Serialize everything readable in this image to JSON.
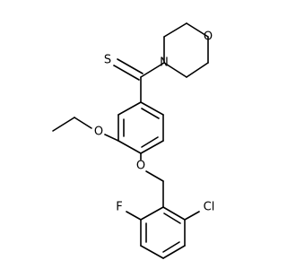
{
  "molecule": {
    "atoms": {
      "S": {
        "label": "S",
        "color": "#000000"
      },
      "N": {
        "label": "N",
        "color": "#000000"
      },
      "O_morpholine": {
        "label": "O",
        "color": "#000000"
      },
      "O_ethoxy": {
        "label": "O",
        "color": "#000000"
      },
      "O_benzyloxy": {
        "label": "O",
        "color": "#000000"
      },
      "F": {
        "label": "F",
        "color": "#000000"
      },
      "Cl": {
        "label": "Cl",
        "color": "#000000"
      }
    }
  }
}
